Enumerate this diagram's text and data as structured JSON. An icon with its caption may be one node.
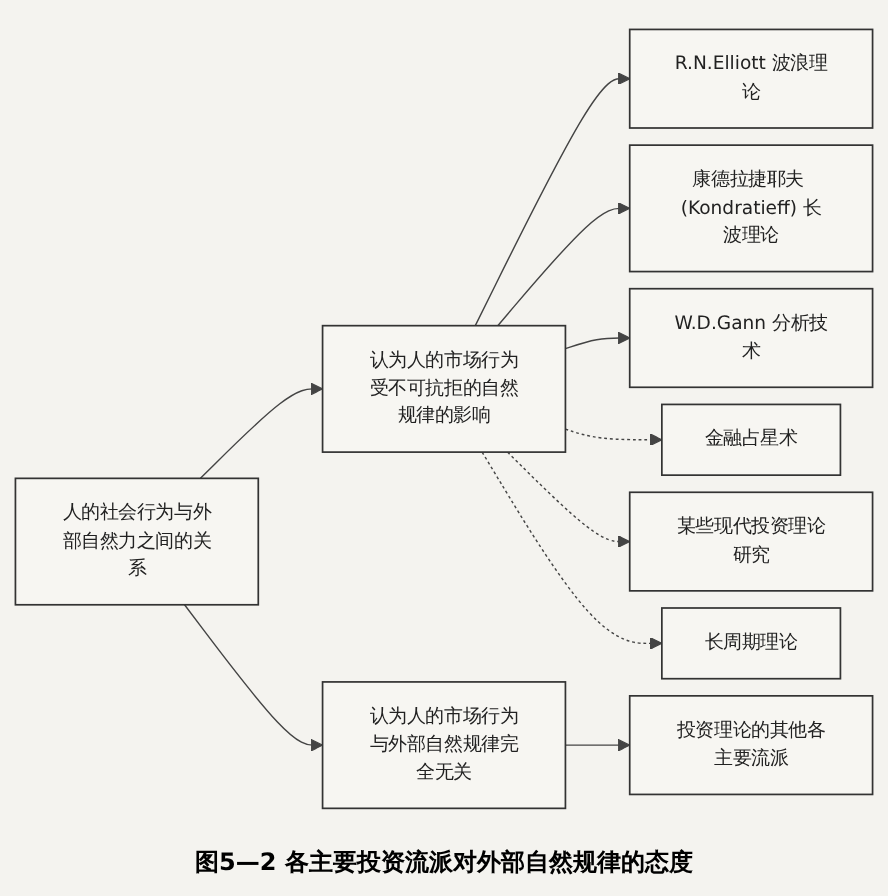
{
  "diagram": {
    "caption": "图5—2 各主要投资流派对外部自然规律的态度",
    "nodes": [
      {
        "text": [
          "人的社会行为与外部自然力之间的关系"
        ]
      },
      {
        "text": [
          "认为人的市场行为受不可抗拒的自然规律的影响"
        ]
      },
      {
        "text": [
          "R.N.Elliott 波浪理论"
        ]
      },
      {
        "text": [
          "康德拉捷耶夫 (Kondratieff) 长波理论"
        ]
      },
      {
        "text": [
          "W.D.Gann 分析技术"
        ]
      },
      {
        "text": [
          "金融占星术"
        ]
      },
      {
        "text": [
          "某些现代投资理论研究"
        ]
      },
      {
        "text": [
          "长周期理论"
        ]
      },
      {
        "text": [
          "认为人的市场行为与外部自然规律完全无关"
        ]
      },
      {
        "text": [
          "投资理论的其他各主要流派"
        ]
      }
    ],
    "edges": [
      {
        "from": 0,
        "to": 1,
        "arrow": "to"
      },
      {
        "from": 0,
        "to": 8,
        "arrow": "to"
      },
      {
        "from": 1,
        "to": 2,
        "arrow": "to"
      },
      {
        "from": 1,
        "to": 3,
        "arrow": "to"
      },
      {
        "from": 1,
        "to": 4,
        "arrow": "to"
      },
      {
        "from": 1,
        "to": 5,
        "arrow": "to",
        "style": "dashed"
      },
      {
        "from": 1,
        "to": 6,
        "arrow": "to",
        "style": "dashed"
      },
      {
        "from": 1,
        "to": 7,
        "arrow": "to",
        "style": "dashed"
      },
      {
        "from": 8,
        "to": 9,
        "arrow": "to"
      }
    ]
  }
}
